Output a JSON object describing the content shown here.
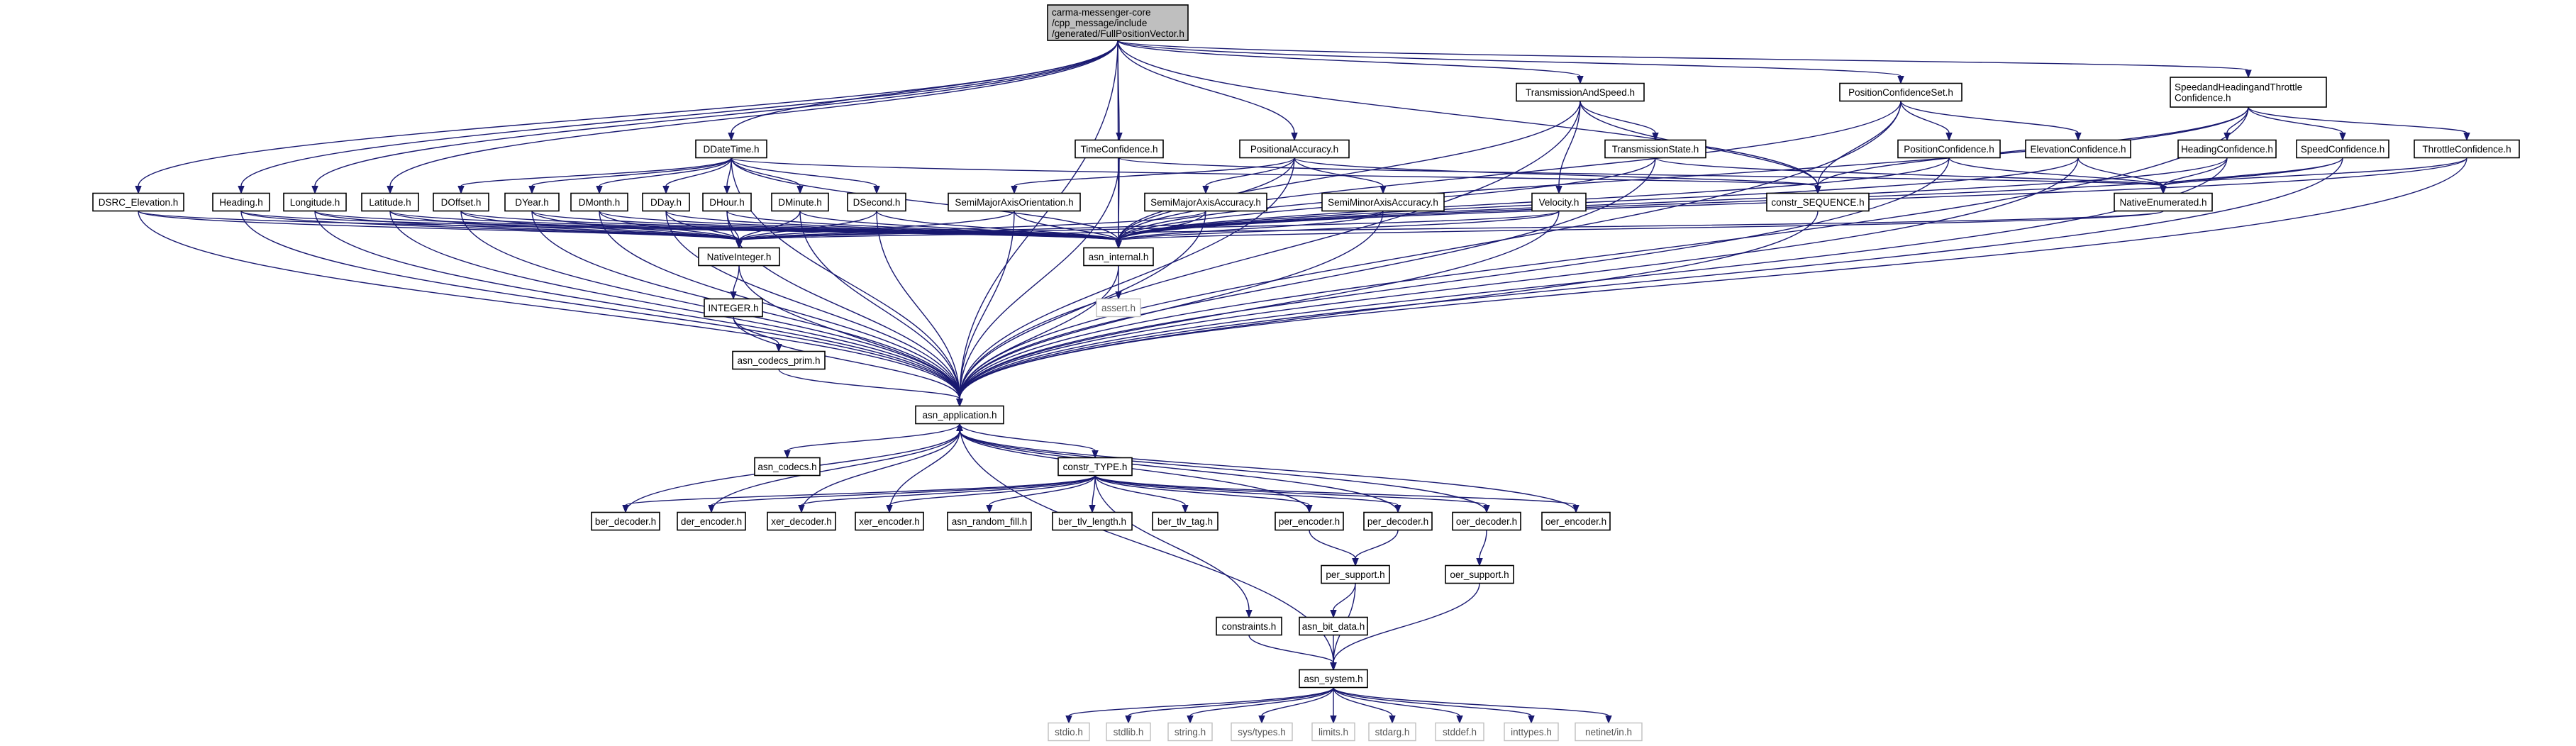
{
  "graph": {
    "colors": {
      "edge": "#191970",
      "root_fill": "#bfbfbf",
      "node_border": "#000000",
      "leaf_border": "#bfbfbf"
    },
    "nodes": [
      {
        "id": "root",
        "label": "carma-messenger-core\n/cpp_message/include\n/generated/FullPositionVector.h",
        "kind": "root"
      },
      {
        "id": "TransmissionAndSpeed",
        "label": "TransmissionAndSpeed.h"
      },
      {
        "id": "PositionConfidenceSet",
        "label": "PositionConfidenceSet.h"
      },
      {
        "id": "SpeedandHeadingandThrottleConfidence",
        "label": "SpeedandHeadingandThrottle\nConfidence.h"
      },
      {
        "id": "DDateTime",
        "label": "DDateTime.h"
      },
      {
        "id": "TimeConfidence",
        "label": "TimeConfidence.h"
      },
      {
        "id": "PositionalAccuracy",
        "label": "PositionalAccuracy.h"
      },
      {
        "id": "TransmissionState",
        "label": "TransmissionState.h"
      },
      {
        "id": "PositionConfidence",
        "label": "PositionConfidence.h"
      },
      {
        "id": "ElevationConfidence",
        "label": "ElevationConfidence.h"
      },
      {
        "id": "HeadingConfidence",
        "label": "HeadingConfidence.h"
      },
      {
        "id": "SpeedConfidence",
        "label": "SpeedConfidence.h"
      },
      {
        "id": "ThrottleConfidence",
        "label": "ThrottleConfidence.h"
      },
      {
        "id": "DSRC_Elevation",
        "label": "DSRC_Elevation.h"
      },
      {
        "id": "Heading",
        "label": "Heading.h"
      },
      {
        "id": "Longitude",
        "label": "Longitude.h"
      },
      {
        "id": "Latitude",
        "label": "Latitude.h"
      },
      {
        "id": "DOffset",
        "label": "DOffset.h"
      },
      {
        "id": "DYear",
        "label": "DYear.h"
      },
      {
        "id": "DMonth",
        "label": "DMonth.h"
      },
      {
        "id": "DDay",
        "label": "DDay.h"
      },
      {
        "id": "DHour",
        "label": "DHour.h"
      },
      {
        "id": "DMinute",
        "label": "DMinute.h"
      },
      {
        "id": "DSecond",
        "label": "DSecond.h"
      },
      {
        "id": "SemiMajorAxisOrientation",
        "label": "SemiMajorAxisOrientation.h"
      },
      {
        "id": "SemiMajorAxisAccuracy",
        "label": "SemiMajorAxisAccuracy.h"
      },
      {
        "id": "SemiMinorAxisAccuracy",
        "label": "SemiMinorAxisAccuracy.h"
      },
      {
        "id": "Velocity",
        "label": "Velocity.h"
      },
      {
        "id": "constr_SEQUENCE",
        "label": "constr_SEQUENCE.h"
      },
      {
        "id": "NativeEnumerated",
        "label": "NativeEnumerated.h"
      },
      {
        "id": "NativeInteger",
        "label": "NativeInteger.h"
      },
      {
        "id": "asn_internal",
        "label": "asn_internal.h"
      },
      {
        "id": "assert",
        "label": "assert.h",
        "kind": "leaf"
      },
      {
        "id": "INTEGER",
        "label": "INTEGER.h"
      },
      {
        "id": "asn_codecs_prim",
        "label": "asn_codecs_prim.h"
      },
      {
        "id": "asn_application",
        "label": "asn_application.h"
      },
      {
        "id": "asn_codecs",
        "label": "asn_codecs.h"
      },
      {
        "id": "constr_TYPE",
        "label": "constr_TYPE.h"
      },
      {
        "id": "ber_decoder",
        "label": "ber_decoder.h"
      },
      {
        "id": "der_encoder",
        "label": "der_encoder.h"
      },
      {
        "id": "xer_decoder",
        "label": "xer_decoder.h"
      },
      {
        "id": "xer_encoder",
        "label": "xer_encoder.h"
      },
      {
        "id": "asn_random_fill",
        "label": "asn_random_fill.h"
      },
      {
        "id": "ber_tlv_length",
        "label": "ber_tlv_length.h"
      },
      {
        "id": "ber_tlv_tag",
        "label": "ber_tlv_tag.h"
      },
      {
        "id": "per_encoder",
        "label": "per_encoder.h"
      },
      {
        "id": "per_decoder",
        "label": "per_decoder.h"
      },
      {
        "id": "oer_decoder",
        "label": "oer_decoder.h"
      },
      {
        "id": "oer_encoder",
        "label": "oer_encoder.h"
      },
      {
        "id": "per_support",
        "label": "per_support.h"
      },
      {
        "id": "oer_support",
        "label": "oer_support.h"
      },
      {
        "id": "asn_bit_data",
        "label": "asn_bit_data.h"
      },
      {
        "id": "constraints",
        "label": "constraints.h"
      },
      {
        "id": "asn_system",
        "label": "asn_system.h"
      },
      {
        "id": "stdio",
        "label": "stdio.h",
        "kind": "leaf"
      },
      {
        "id": "stdlib",
        "label": "stdlib.h",
        "kind": "leaf"
      },
      {
        "id": "string",
        "label": "string.h",
        "kind": "leaf"
      },
      {
        "id": "sys_types",
        "label": "sys/types.h",
        "kind": "leaf"
      },
      {
        "id": "limits",
        "label": "limits.h",
        "kind": "leaf"
      },
      {
        "id": "stdarg",
        "label": "stdarg.h",
        "kind": "leaf"
      },
      {
        "id": "stddef",
        "label": "stddef.h",
        "kind": "leaf"
      },
      {
        "id": "inttypes",
        "label": "inttypes.h",
        "kind": "leaf"
      },
      {
        "id": "netinet_in",
        "label": "netinet/in.h",
        "kind": "leaf"
      }
    ],
    "edges": [
      [
        "root",
        "TransmissionAndSpeed"
      ],
      [
        "root",
        "PositionConfidenceSet"
      ],
      [
        "root",
        "SpeedandHeadingandThrottleConfidence"
      ],
      [
        "root",
        "DDateTime"
      ],
      [
        "root",
        "TimeConfidence"
      ],
      [
        "root",
        "PositionalAccuracy"
      ],
      [
        "root",
        "constr_SEQUENCE"
      ],
      [
        "root",
        "asn_internal"
      ],
      [
        "root",
        "asn_application"
      ],
      [
        "root",
        "DSRC_Elevation"
      ],
      [
        "root",
        "Heading"
      ],
      [
        "root",
        "Longitude"
      ],
      [
        "root",
        "Latitude"
      ],
      [
        "TransmissionAndSpeed",
        "TransmissionState"
      ],
      [
        "TransmissionAndSpeed",
        "Velocity"
      ],
      [
        "TransmissionAndSpeed",
        "constr_SEQUENCE"
      ],
      [
        "TransmissionAndSpeed",
        "asn_internal"
      ],
      [
        "TransmissionAndSpeed",
        "asn_application"
      ],
      [
        "PositionConfidenceSet",
        "PositionConfidence"
      ],
      [
        "PositionConfidenceSet",
        "ElevationConfidence"
      ],
      [
        "PositionConfidenceSet",
        "constr_SEQUENCE"
      ],
      [
        "PositionConfidenceSet",
        "asn_internal"
      ],
      [
        "PositionConfidenceSet",
        "asn_application"
      ],
      [
        "SpeedandHeadingandThrottleConfidence",
        "HeadingConfidence"
      ],
      [
        "SpeedandHeadingandThrottleConfidence",
        "SpeedConfidence"
      ],
      [
        "SpeedandHeadingandThrottleConfidence",
        "ThrottleConfidence"
      ],
      [
        "SpeedandHeadingandThrottleConfidence",
        "constr_SEQUENCE"
      ],
      [
        "SpeedandHeadingandThrottleConfidence",
        "asn_internal"
      ],
      [
        "SpeedandHeadingandThrottleConfidence",
        "asn_application"
      ],
      [
        "DDateTime",
        "DOffset"
      ],
      [
        "DDateTime",
        "DYear"
      ],
      [
        "DDateTime",
        "DMonth"
      ],
      [
        "DDateTime",
        "DDay"
      ],
      [
        "DDateTime",
        "DHour"
      ],
      [
        "DDateTime",
        "DMinute"
      ],
      [
        "DDateTime",
        "DSecond"
      ],
      [
        "DDateTime",
        "constr_SEQUENCE"
      ],
      [
        "DDateTime",
        "asn_internal"
      ],
      [
        "DDateTime",
        "asn_application"
      ],
      [
        "TimeConfidence",
        "NativeEnumerated"
      ],
      [
        "TimeConfidence",
        "asn_internal"
      ],
      [
        "TimeConfidence",
        "asn_application"
      ],
      [
        "PositionalAccuracy",
        "SemiMajorAxisOrientation"
      ],
      [
        "PositionalAccuracy",
        "SemiMajorAxisAccuracy"
      ],
      [
        "PositionalAccuracy",
        "SemiMinorAxisAccuracy"
      ],
      [
        "PositionalAccuracy",
        "constr_SEQUENCE"
      ],
      [
        "PositionalAccuracy",
        "asn_internal"
      ],
      [
        "PositionalAccuracy",
        "asn_application"
      ],
      [
        "TransmissionState",
        "NativeEnumerated"
      ],
      [
        "TransmissionState",
        "asn_internal"
      ],
      [
        "TransmissionState",
        "asn_application"
      ],
      [
        "PositionConfidence",
        "NativeEnumerated"
      ],
      [
        "PositionConfidence",
        "asn_internal"
      ],
      [
        "PositionConfidence",
        "asn_application"
      ],
      [
        "ElevationConfidence",
        "NativeEnumerated"
      ],
      [
        "ElevationConfidence",
        "asn_internal"
      ],
      [
        "ElevationConfidence",
        "asn_application"
      ],
      [
        "HeadingConfidence",
        "NativeEnumerated"
      ],
      [
        "HeadingConfidence",
        "asn_internal"
      ],
      [
        "HeadingConfidence",
        "asn_application"
      ],
      [
        "SpeedConfidence",
        "NativeEnumerated"
      ],
      [
        "SpeedConfidence",
        "asn_internal"
      ],
      [
        "SpeedConfidence",
        "asn_application"
      ],
      [
        "ThrottleConfidence",
        "NativeEnumerated"
      ],
      [
        "ThrottleConfidence",
        "asn_internal"
      ],
      [
        "ThrottleConfidence",
        "asn_application"
      ],
      [
        "DSRC_Elevation",
        "NativeInteger"
      ],
      [
        "DSRC_Elevation",
        "asn_internal"
      ],
      [
        "DSRC_Elevation",
        "asn_application"
      ],
      [
        "Heading",
        "NativeInteger"
      ],
      [
        "Heading",
        "asn_internal"
      ],
      [
        "Heading",
        "asn_application"
      ],
      [
        "Longitude",
        "NativeInteger"
      ],
      [
        "Longitude",
        "asn_internal"
      ],
      [
        "Longitude",
        "asn_application"
      ],
      [
        "Latitude",
        "NativeInteger"
      ],
      [
        "Latitude",
        "asn_internal"
      ],
      [
        "Latitude",
        "asn_application"
      ],
      [
        "DOffset",
        "NativeInteger"
      ],
      [
        "DOffset",
        "asn_internal"
      ],
      [
        "DOffset",
        "asn_application"
      ],
      [
        "DYear",
        "NativeInteger"
      ],
      [
        "DYear",
        "asn_internal"
      ],
      [
        "DYear",
        "asn_application"
      ],
      [
        "DMonth",
        "NativeInteger"
      ],
      [
        "DMonth",
        "asn_internal"
      ],
      [
        "DMonth",
        "asn_application"
      ],
      [
        "DDay",
        "NativeInteger"
      ],
      [
        "DDay",
        "asn_internal"
      ],
      [
        "DDay",
        "asn_application"
      ],
      [
        "DHour",
        "NativeInteger"
      ],
      [
        "DHour",
        "asn_internal"
      ],
      [
        "DHour",
        "asn_application"
      ],
      [
        "DMinute",
        "NativeInteger"
      ],
      [
        "DMinute",
        "asn_internal"
      ],
      [
        "DMinute",
        "asn_application"
      ],
      [
        "DSecond",
        "NativeInteger"
      ],
      [
        "DSecond",
        "asn_internal"
      ],
      [
        "DSecond",
        "asn_application"
      ],
      [
        "SemiMajorAxisOrientation",
        "NativeInteger"
      ],
      [
        "SemiMajorAxisOrientation",
        "asn_internal"
      ],
      [
        "SemiMajorAxisOrientation",
        "asn_application"
      ],
      [
        "SemiMajorAxisAccuracy",
        "NativeInteger"
      ],
      [
        "SemiMajorAxisAccuracy",
        "asn_internal"
      ],
      [
        "SemiMajorAxisAccuracy",
        "asn_application"
      ],
      [
        "SemiMinorAxisAccuracy",
        "NativeInteger"
      ],
      [
        "SemiMinorAxisAccuracy",
        "asn_internal"
      ],
      [
        "SemiMinorAxisAccuracy",
        "asn_application"
      ],
      [
        "Velocity",
        "NativeInteger"
      ],
      [
        "Velocity",
        "asn_internal"
      ],
      [
        "Velocity",
        "asn_application"
      ],
      [
        "constr_SEQUENCE",
        "asn_application"
      ],
      [
        "NativeEnumerated",
        "NativeInteger"
      ],
      [
        "NativeEnumerated",
        "asn_internal"
      ],
      [
        "NativeInteger",
        "INTEGER"
      ],
      [
        "NativeInteger",
        "asn_application"
      ],
      [
        "INTEGER",
        "asn_codecs_prim"
      ],
      [
        "INTEGER",
        "asn_application"
      ],
      [
        "asn_codecs_prim",
        "asn_application"
      ],
      [
        "asn_internal",
        "assert"
      ],
      [
        "asn_internal",
        "asn_application"
      ],
      [
        "asn_application",
        "asn_codecs"
      ],
      [
        "asn_application",
        "constr_TYPE"
      ],
      [
        "asn_application",
        "asn_system"
      ],
      [
        "constr_TYPE",
        "ber_decoder"
      ],
      [
        "constr_TYPE",
        "der_encoder"
      ],
      [
        "constr_TYPE",
        "xer_decoder"
      ],
      [
        "constr_TYPE",
        "xer_encoder"
      ],
      [
        "constr_TYPE",
        "asn_random_fill"
      ],
      [
        "constr_TYPE",
        "ber_tlv_length"
      ],
      [
        "constr_TYPE",
        "ber_tlv_tag"
      ],
      [
        "constr_TYPE",
        "per_encoder"
      ],
      [
        "constr_TYPE",
        "per_decoder"
      ],
      [
        "constr_TYPE",
        "oer_decoder"
      ],
      [
        "constr_TYPE",
        "oer_encoder"
      ],
      [
        "constr_TYPE",
        "constraints"
      ],
      [
        "ber_decoder",
        "asn_application"
      ],
      [
        "der_encoder",
        "asn_application"
      ],
      [
        "xer_decoder",
        "asn_application"
      ],
      [
        "xer_encoder",
        "asn_application"
      ],
      [
        "per_encoder",
        "asn_application"
      ],
      [
        "per_decoder",
        "asn_application"
      ],
      [
        "oer_decoder",
        "asn_application"
      ],
      [
        "oer_encoder",
        "asn_application"
      ],
      [
        "per_encoder",
        "per_support"
      ],
      [
        "per_decoder",
        "per_support"
      ],
      [
        "oer_decoder",
        "oer_support"
      ],
      [
        "per_support",
        "asn_bit_data"
      ],
      [
        "per_support",
        "asn_system"
      ],
      [
        "asn_bit_data",
        "asn_system"
      ],
      [
        "oer_support",
        "asn_system"
      ],
      [
        "constraints",
        "asn_system"
      ],
      [
        "asn_system",
        "stdio"
      ],
      [
        "asn_system",
        "stdlib"
      ],
      [
        "asn_system",
        "string"
      ],
      [
        "asn_system",
        "sys_types"
      ],
      [
        "asn_system",
        "limits"
      ],
      [
        "asn_system",
        "stdarg"
      ],
      [
        "asn_system",
        "stddef"
      ],
      [
        "asn_system",
        "inttypes"
      ],
      [
        "asn_system",
        "netinet_in"
      ]
    ]
  }
}
